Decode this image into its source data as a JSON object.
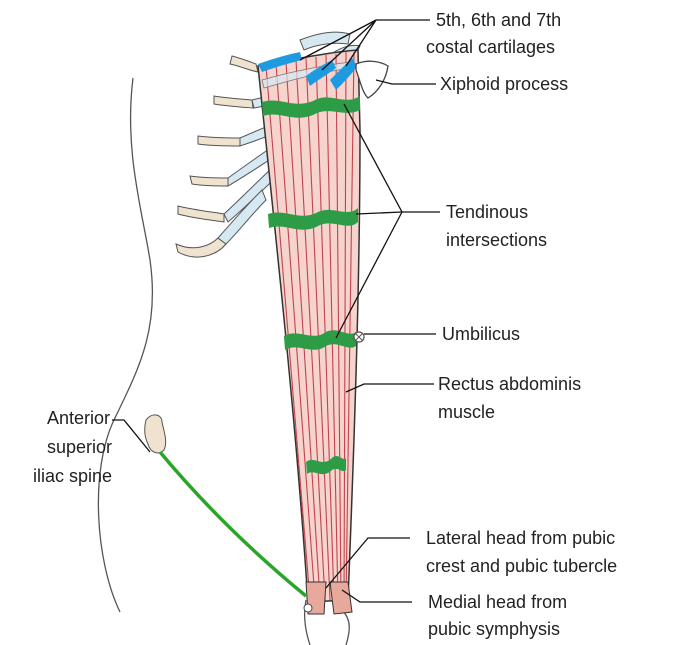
{
  "labels": {
    "costal_1": "5th, 6th and 7th",
    "costal_2": "costal cartilages",
    "xiphoid": "Xiphoid process",
    "tendinous_1": "Tendinous",
    "tendinous_2": "intersections",
    "umbilicus": "Umbilicus",
    "rectus_1": "Rectus abdominis",
    "rectus_2": "muscle",
    "asis_1": "Anterior",
    "asis_2": "superior",
    "asis_3": "iliac spine",
    "lateral_1": "Lateral head from pubic",
    "lateral_2": "crest and pubic tubercle",
    "medial_1": "Medial head from",
    "medial_2": "pubic symphysis"
  },
  "colors": {
    "muscle_fill": "#f6d3cc",
    "muscle_fiber": "#c0444e",
    "tendinous": "#2e9b47",
    "cartilage_highlight": "#1e9be0",
    "cartilage": "#d6e8f2",
    "rib": "#efe2cf",
    "ligament": "#2aa52a",
    "outline": "#333333"
  }
}
